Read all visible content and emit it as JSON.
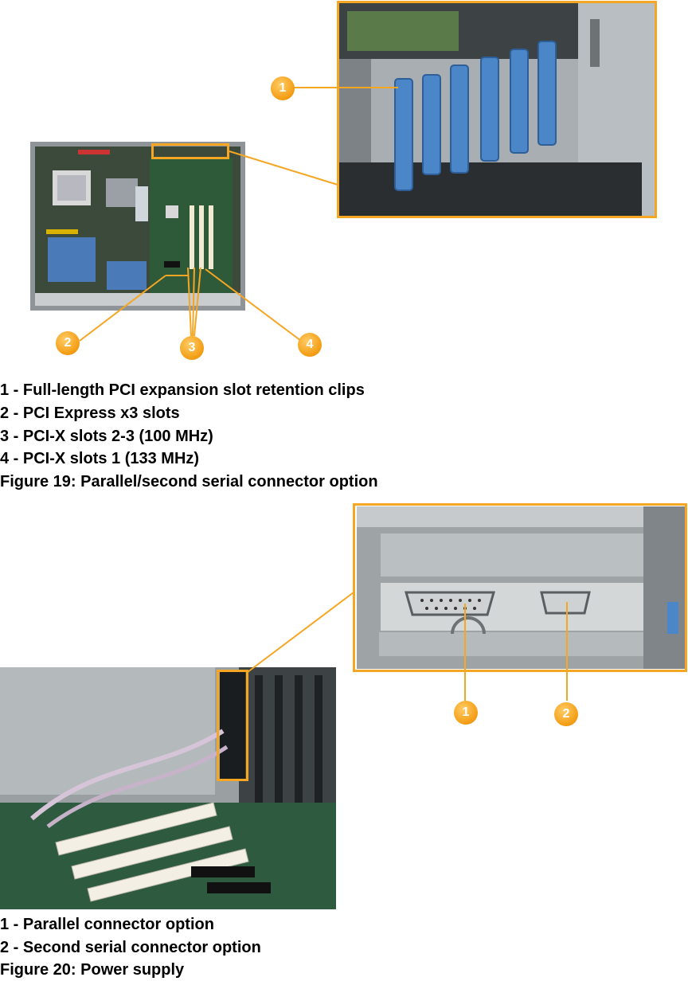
{
  "figure19": {
    "callouts": [
      "1",
      "2",
      "3",
      "4"
    ],
    "legend": [
      "1 - Full-length PCI expansion slot retention clips",
      "2 - PCI Express x3 slots",
      "3 - PCI-X slots 2-3 (100 MHz)",
      "4 - PCI-X slots 1 (133 MHz)"
    ],
    "caption": "Figure 19: Parallel/second serial connector option"
  },
  "figure20": {
    "callouts": [
      "1",
      "2"
    ],
    "legend": [
      "1 - Parallel connector option",
      "2 - Second serial connector option"
    ],
    "caption": "Figure 20: Power supply"
  },
  "colors": {
    "callout": "#f5a623",
    "clip_blue": "#4a86c8"
  }
}
